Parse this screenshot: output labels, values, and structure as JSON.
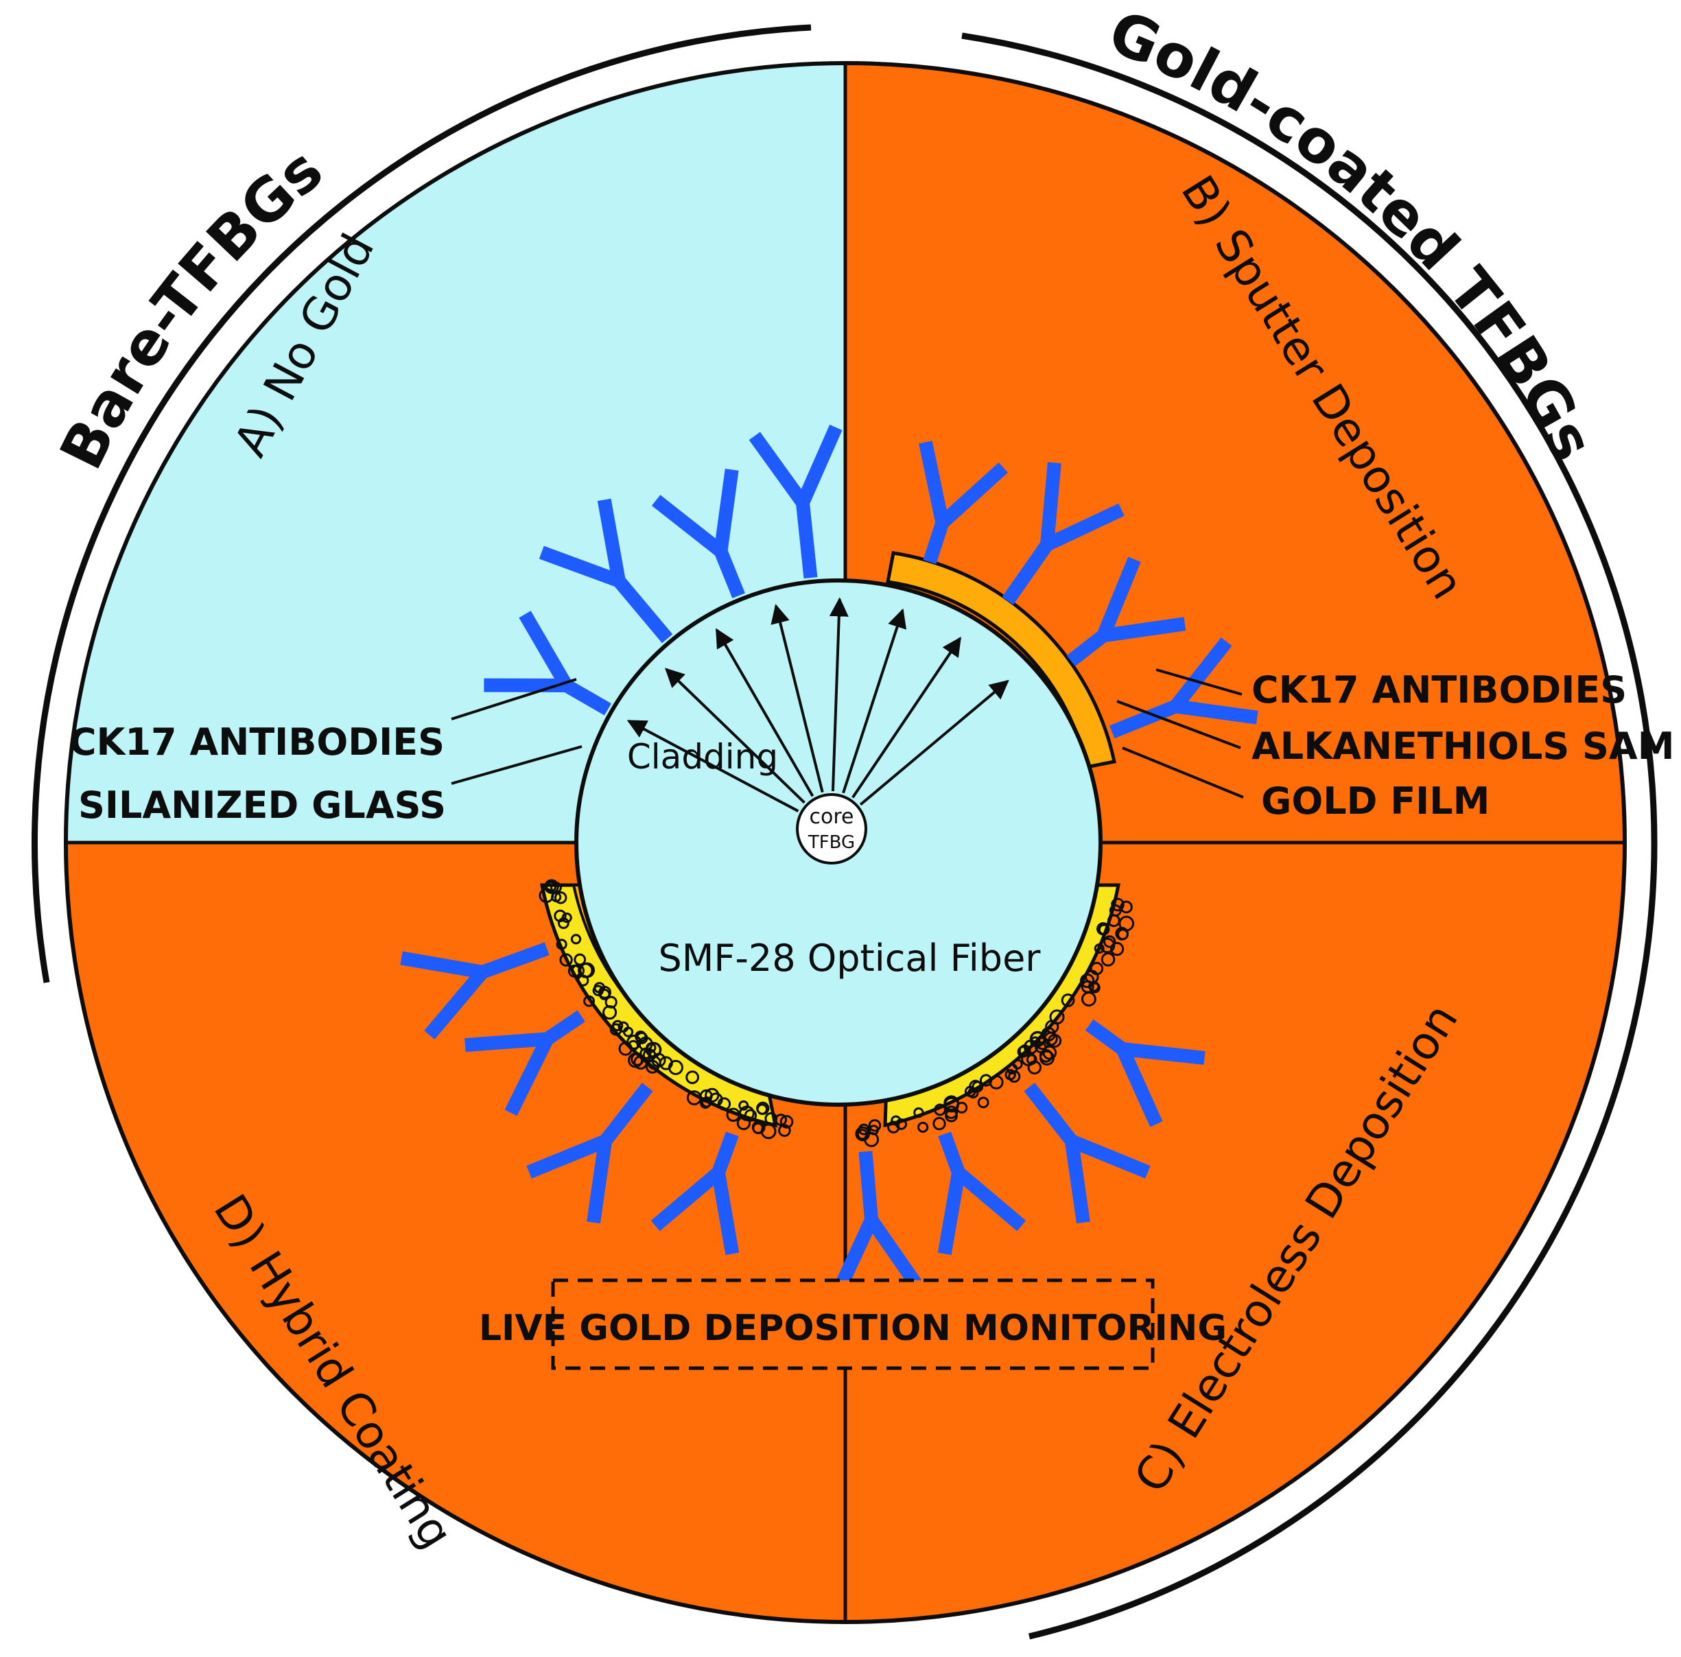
{
  "titles": {
    "bare": "Bare-TFBGs",
    "gold": "Gold-coated TFBGs"
  },
  "quadrants": {
    "a": "A) No Gold",
    "b": "B) Sputter Deposition",
    "c": "C) Electroless Deposition",
    "d": "D) Hybrid Coating"
  },
  "labels": {
    "left_antibodies": "CK17 ANTIBODIES",
    "left_glass": "SILANIZED GLASS",
    "right_antibodies": "CK17 ANTIBODIES",
    "right_sam": "ALKANETHIOLS SAM",
    "right_gold": "GOLD FILM",
    "cladding": "Cladding",
    "core_top": "core",
    "core_bottom": "TFBG",
    "fiber": "SMF-28 Optical Fiber",
    "monitoring": "LIVE GOLD DEPOSITION MONITORING"
  },
  "colors": {
    "cyan": "#bdf4f7",
    "orange": "#ff6d08",
    "gold_film": "#ffab0a",
    "porous_gold": "#f9e51b",
    "antibody": "#1e5cff",
    "ink": "#0d0d0d"
  }
}
